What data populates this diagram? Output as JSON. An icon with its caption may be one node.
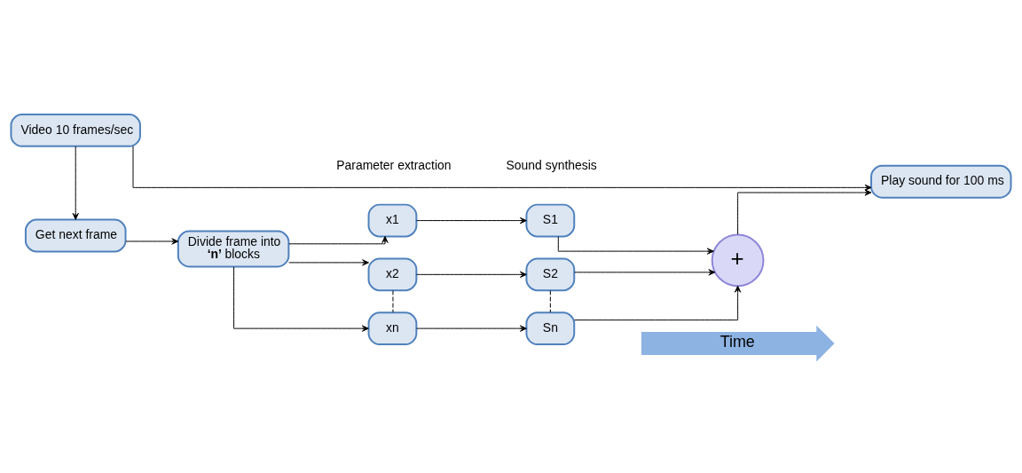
{
  "diagram": {
    "nodes": [
      {
        "text": [
          "Video 10 frames/sec"
        ]
      },
      {
        "text": [
          "Get next frame"
        ]
      },
      {
        "text": [
          "Divide frame into **‘n’** blocks"
        ]
      },
      {
        "text": [
          "x1"
        ]
      },
      {
        "text": [
          "x2"
        ]
      },
      {
        "text": [
          "xn"
        ]
      },
      {
        "text": [
          "S1"
        ]
      },
      {
        "text": [
          "S2"
        ]
      },
      {
        "text": [
          "Sn"
        ]
      },
      {
        "text": [
          "+"
        ]
      },
      {
        "text": [
          "Play sound for 100 ms"
        ]
      }
    ],
    "edges": [
      {
        "from": 0,
        "to": 1,
        "arrow": "to"
      },
      {
        "from": 0,
        "to": 10,
        "arrow": "to"
      },
      {
        "from": 1,
        "to": 2,
        "arrow": "to"
      },
      {
        "from": 2,
        "to": 3,
        "arrow": "to"
      },
      {
        "from": 2,
        "to": 4,
        "arrow": "to"
      },
      {
        "from": 2,
        "to": 5,
        "arrow": "to"
      },
      {
        "from": 3,
        "to": 6,
        "arrow": "to"
      },
      {
        "from": 4,
        "to": 7,
        "arrow": "to"
      },
      {
        "from": 5,
        "to": 8,
        "arrow": "to"
      },
      {
        "from": 6,
        "to": 9,
        "arrow": "to"
      },
      {
        "from": 7,
        "to": 9,
        "arrow": "to"
      },
      {
        "from": 8,
        "to": 9,
        "arrow": "to"
      },
      {
        "from": 9,
        "to": 10,
        "arrow": "to"
      },
      {
        "from": 4,
        "to": 5,
        "arrow": "none",
        "style": "dashed"
      },
      {
        "from": 7,
        "to": 8,
        "arrow": "none",
        "style": "dashed"
      }
    ],
    "labels": [
      "Parameter extraction",
      "Sound synthesis",
      "Time"
    ]
  }
}
